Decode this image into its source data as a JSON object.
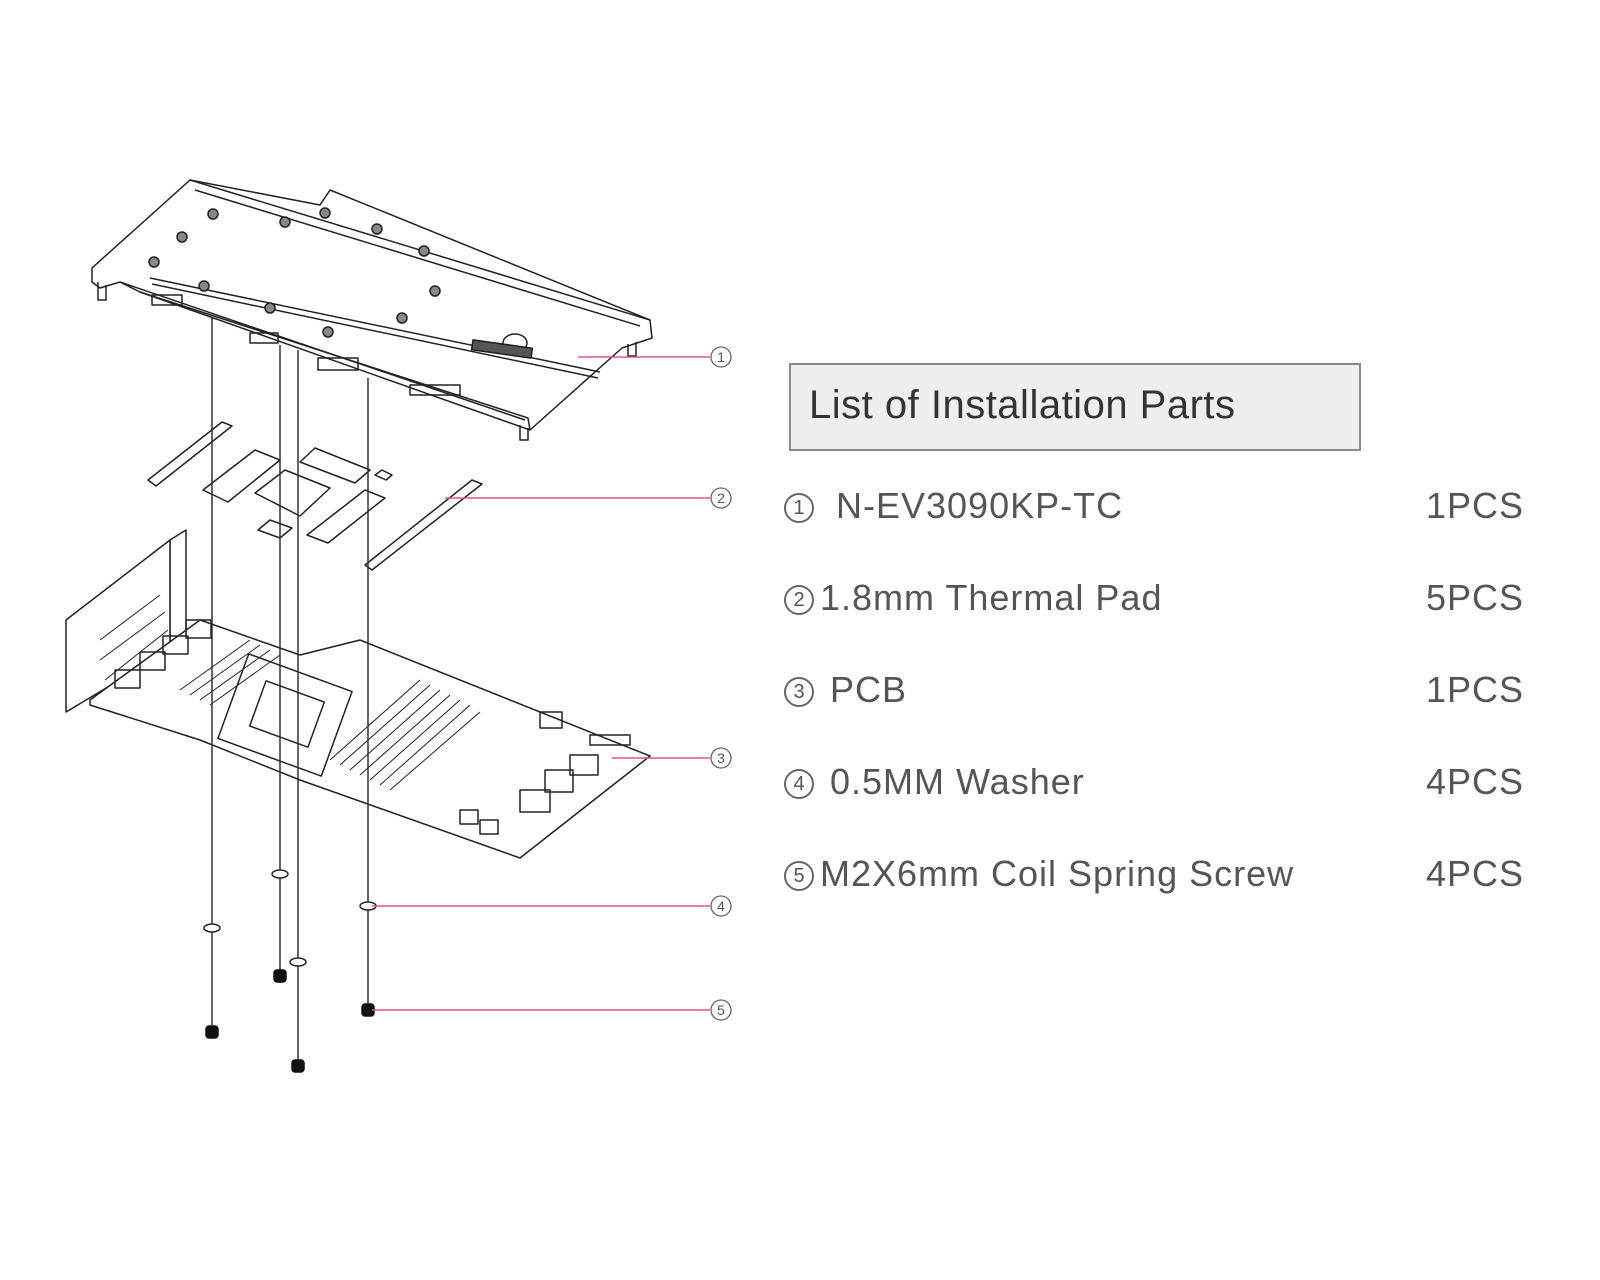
{
  "title": "List of Installation Parts",
  "accent_color": "#e0529c",
  "line_color": "#222222",
  "parts": [
    {
      "num": "1",
      "name": "N-EV3090KP-TC",
      "qty": "1PCS"
    },
    {
      "num": "2",
      "name": "1.8mm Thermal Pad",
      "qty": "5PCS"
    },
    {
      "num": "3",
      "name": "PCB",
      "qty": "1PCS"
    },
    {
      "num": "4",
      "name": "0.5MM Washer",
      "qty": "4PCS"
    },
    {
      "num": "5",
      "name": "M2X6mm Coil Spring Screw",
      "qty": "4PCS"
    }
  ],
  "callouts": [
    "1",
    "2",
    "3",
    "4",
    "5"
  ]
}
